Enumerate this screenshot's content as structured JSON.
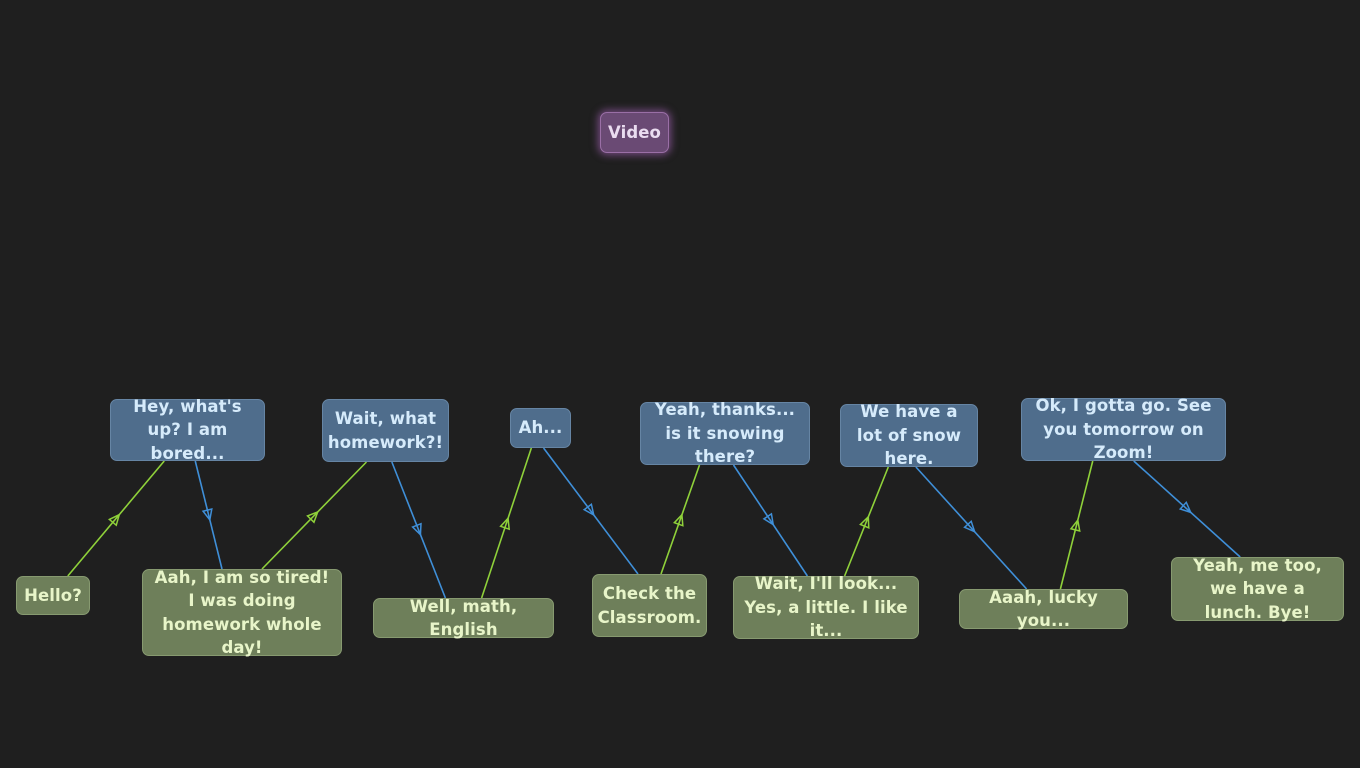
{
  "colors": {
    "background": "#1f1f1f",
    "blue_node": "#4f6d8c",
    "green_node": "#6e7f5a",
    "purple_node": "#6a4a74",
    "green_edge": "#8fd13a",
    "blue_edge": "#3f8fd8"
  },
  "nodes": {
    "video": "Video",
    "hello": "Hello?",
    "hey": "Hey, what's up? I am bored...",
    "tired": "Aah, I am so tired! I was doing homework whole day!",
    "wait_what": "Wait, what homework?!",
    "math": "Well, math, English",
    "ah": "Ah...",
    "classroom": "Check the Classroom.",
    "snowing": "Yeah, thanks... is it snowing there?",
    "look": "Wait, I'll look... Yes, a little. I like it...",
    "lot_of_snow": "We have a lot of snow here.",
    "lucky": "Aaah, lucky you...",
    "gotta_go": "Ok, I gotta go. See you tomorrow on Zoom!",
    "lunch": "Yeah, me too, we have a lunch. Bye!"
  },
  "edges": [
    {
      "from": "hello",
      "to": "hey",
      "color": "green"
    },
    {
      "from": "hey",
      "to": "tired",
      "color": "blue"
    },
    {
      "from": "tired",
      "to": "wait_what",
      "color": "green"
    },
    {
      "from": "wait_what",
      "to": "math",
      "color": "blue"
    },
    {
      "from": "math",
      "to": "ah",
      "color": "green"
    },
    {
      "from": "ah",
      "to": "classroom",
      "color": "blue"
    },
    {
      "from": "classroom",
      "to": "snowing",
      "color": "green"
    },
    {
      "from": "snowing",
      "to": "look",
      "color": "blue"
    },
    {
      "from": "look",
      "to": "lot_of_snow",
      "color": "green"
    },
    {
      "from": "lot_of_snow",
      "to": "lucky",
      "color": "blue"
    },
    {
      "from": "lucky",
      "to": "gotta_go",
      "color": "green"
    },
    {
      "from": "gotta_go",
      "to": "lunch",
      "color": "blue"
    }
  ]
}
